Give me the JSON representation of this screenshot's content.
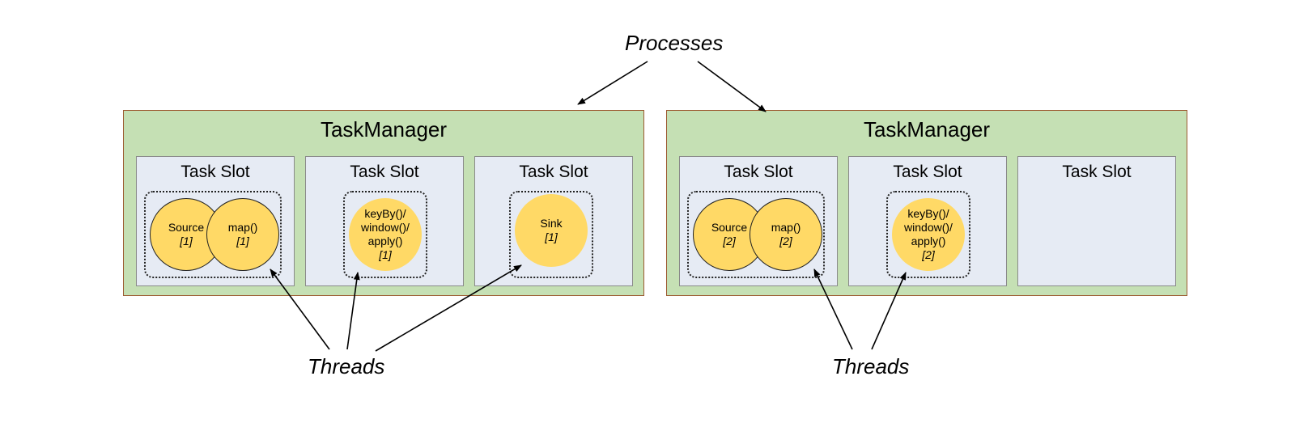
{
  "labels": {
    "processes": "Processes",
    "threads_left": "Threads",
    "threads_right": "Threads"
  },
  "task_managers": [
    {
      "title": "TaskManager",
      "slots": [
        {
          "title": "Task Slot",
          "operators": [
            {
              "name": "Source",
              "parallelism": "[1]"
            },
            {
              "name": "map()",
              "parallelism": "[1]"
            }
          ]
        },
        {
          "title": "Task Slot",
          "operators": [
            {
              "name": "keyBy()/\nwindow()/\napply()",
              "parallelism": "[1]"
            }
          ]
        },
        {
          "title": "Task Slot",
          "operators": [
            {
              "name": "Sink",
              "parallelism": "[1]"
            }
          ]
        }
      ]
    },
    {
      "title": "TaskManager",
      "slots": [
        {
          "title": "Task Slot",
          "operators": [
            {
              "name": "Source",
              "parallelism": "[2]"
            },
            {
              "name": "map()",
              "parallelism": "[2]"
            }
          ]
        },
        {
          "title": "Task Slot",
          "operators": [
            {
              "name": "keyBy()/\nwindow()/\napply()",
              "parallelism": "[2]"
            }
          ]
        },
        {
          "title": "Task Slot",
          "operators": []
        }
      ]
    }
  ],
  "colors": {
    "task_manager_fill": "#c5e0b4",
    "task_manager_border": "#9c5a30",
    "slot_fill": "#e6ebf4",
    "slot_border": "#8a8a8a",
    "operator_fill": "#ffd966"
  }
}
